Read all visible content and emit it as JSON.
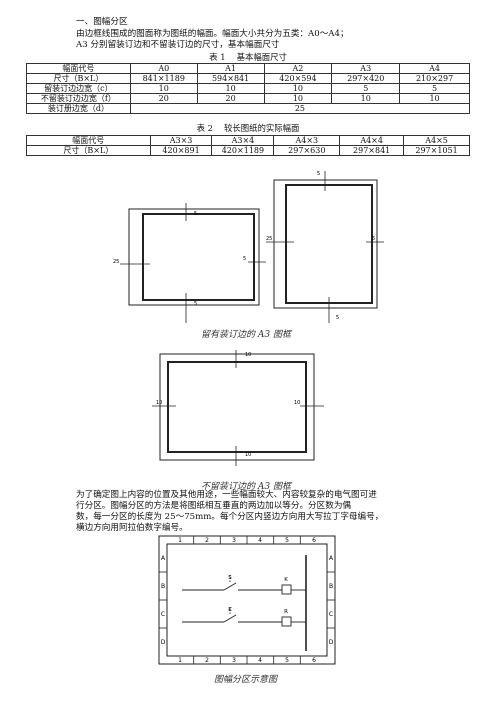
{
  "heading": "一、图幅分区",
  "intro_lines": [
    "由边框线围成的图面称为图纸的幅面。幅面大小共分为五类：A0～A4；",
    "A3 分别留装订边和不留装订边的尺寸，基本幅面尺寸"
  ],
  "table1": {
    "caption": "表 1　 基本幅面尺寸",
    "header": [
      "幅面代号",
      "A0",
      "A1",
      "A2",
      "A3",
      "A4"
    ],
    "rows": [
      [
        "尺寸（B×L）",
        "841×1189",
        "594×841",
        "420×594",
        "297×420",
        "210×297"
      ],
      [
        "留装订边边宽（c）",
        "10",
        "10",
        "10",
        "5",
        "5"
      ],
      [
        "不留装订边边宽（f）",
        "20",
        "20",
        "10",
        "10",
        "10"
      ],
      [
        "装订册边宽（d）",
        "25"
      ]
    ]
  },
  "table2": {
    "caption": "表 2　 较长图纸的实际幅面",
    "header": [
      "幅面代号",
      "A3×3",
      "A3×4",
      "A4×3",
      "A4×4",
      "A4×5"
    ],
    "rows": [
      [
        "尺寸（B×L）",
        "420×891",
        "420×1189",
        "297×630",
        "297×841",
        "297×1051"
      ]
    ]
  },
  "fig1": {
    "caption": "留有装订边的 A3 图框",
    "labels": {
      "a": "5",
      "b": "25",
      "c": "5",
      "d": "5",
      "e": "5",
      "f": "25",
      "g": "5",
      "h": "5"
    }
  },
  "fig2": {
    "caption": "不留装订边的 A3 图框",
    "labels": {
      "top": "10",
      "left": "10",
      "right": "10",
      "bottom": "10"
    }
  },
  "para_lines": [
    "为了确定图上内容的位置及其他用途，一些幅面较大、内容较复杂的电气图可进",
    "行分区。图幅分区的方法是将图纸相互垂直的两边加以等分。分区数为偶",
    "数，每一分区的长度为 25～75mm。每个分区内竖边方向用大写拉丁字母编号，",
    "横边方向用阿拉伯数字编号。"
  ],
  "fig3": {
    "caption": "图幅分区示意图",
    "cols": [
      "1",
      "2",
      "3",
      "4",
      "5",
      "6"
    ],
    "rows": [
      "A",
      "B",
      "C",
      "D"
    ],
    "sym1": "S",
    "sym2": "K",
    "sym3": "K",
    "sym4": "R"
  }
}
